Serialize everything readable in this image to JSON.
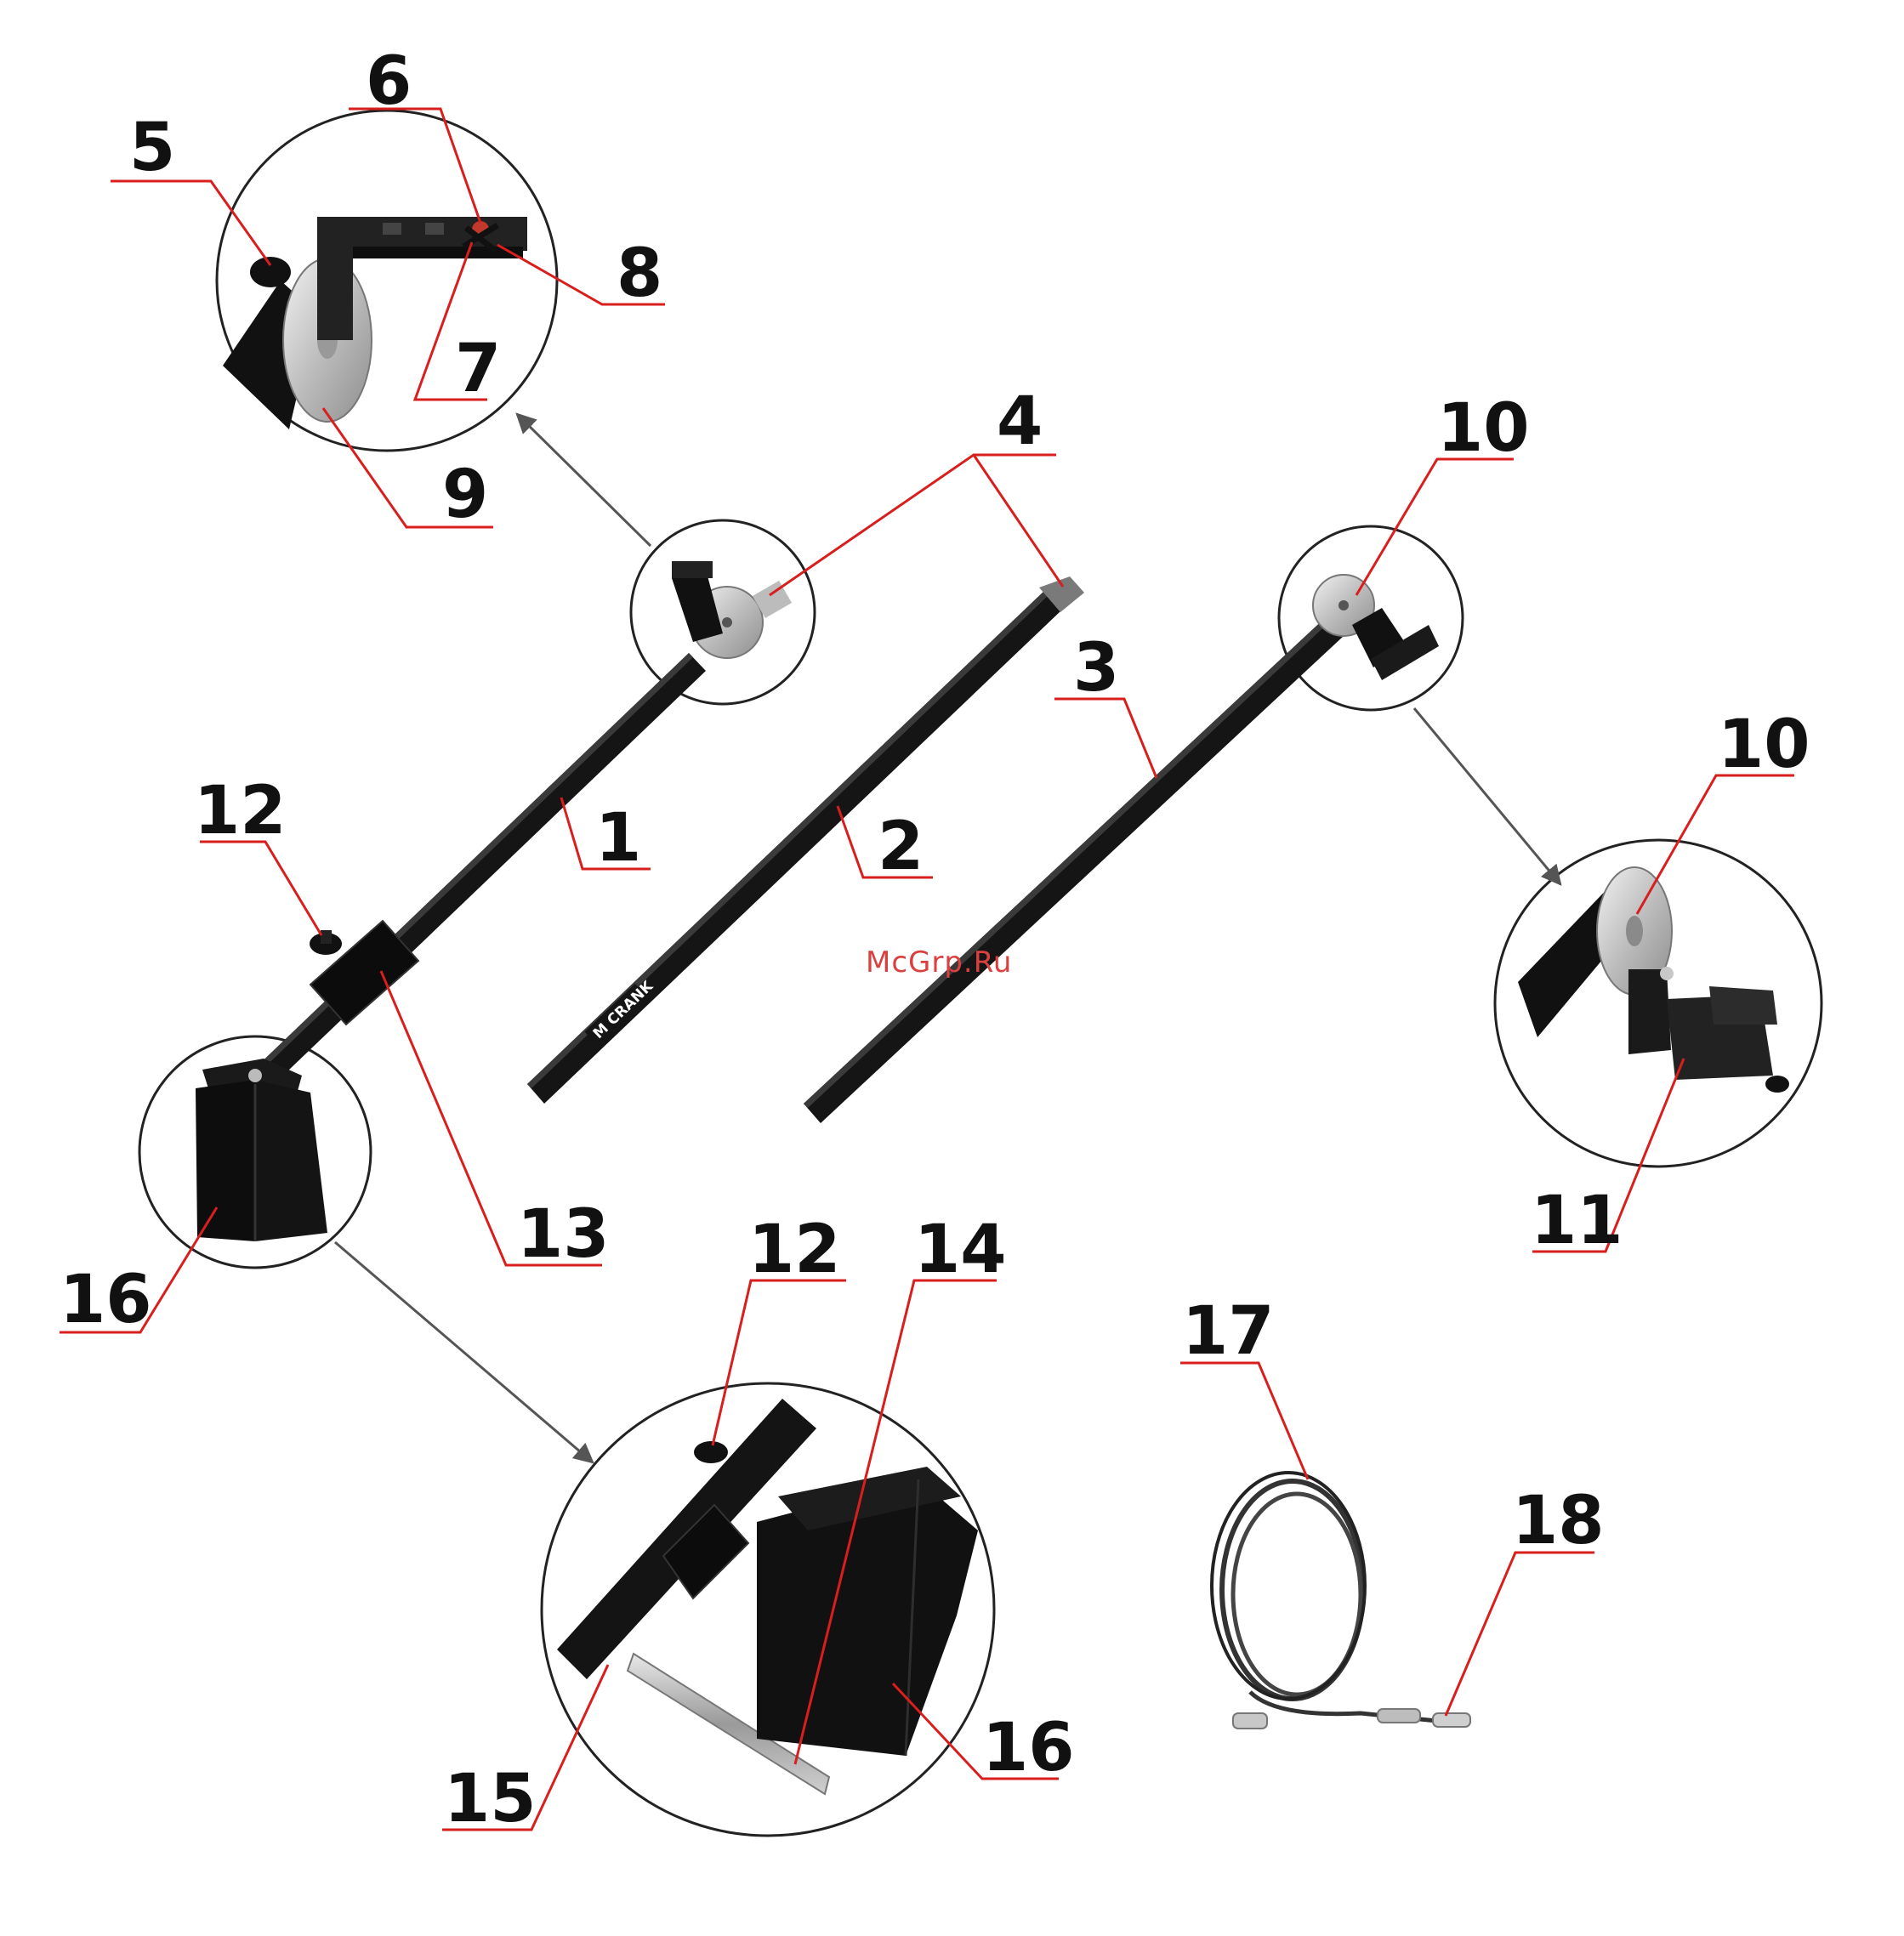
{
  "watermark": "McGrp.Ru",
  "pole_brand": "M CRANK",
  "colors": {
    "leader": "#d91e1e",
    "arrow": "#555555",
    "metal": "#c9c9c9",
    "pole": "#151515",
    "text": "#111111"
  },
  "labels": {
    "l1": "1",
    "l2": "2",
    "l3": "3",
    "l4": "4",
    "l5": "5",
    "l6": "6",
    "l7": "7",
    "l8": "8",
    "l9": "9",
    "l10a": "10",
    "l10b": "10",
    "l11": "11",
    "l12a": "12",
    "l12b": "12",
    "l13": "13",
    "l14": "14",
    "l15": "15",
    "l16a": "16",
    "l16b": "16",
    "l17": "17",
    "l18": "18"
  }
}
